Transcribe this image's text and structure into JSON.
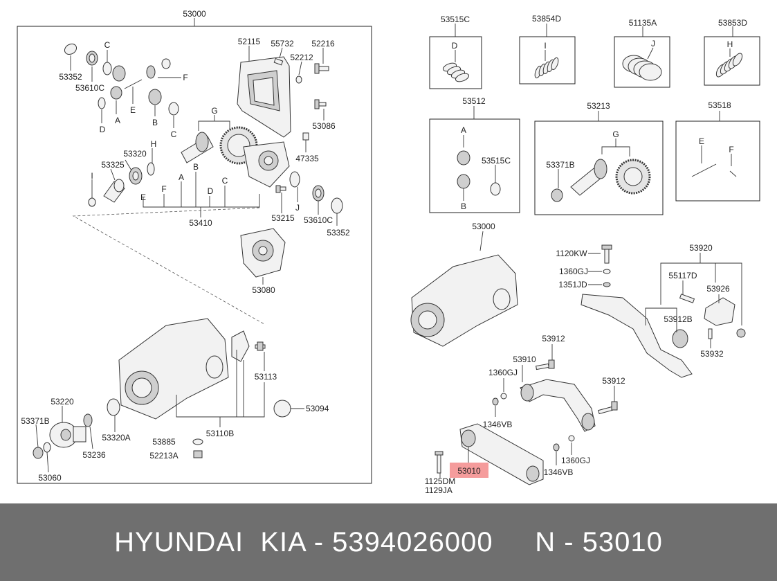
{
  "footer": {
    "text": "HYUNDAI  KIA - 5394026000     N - 53010"
  },
  "highlight": "#f59c9c",
  "diagram": {
    "labels": {
      "p53000_top": "53000",
      "p53352_a": "53352",
      "p53610c_a": "53610C",
      "c_1": "C",
      "f_1": "F",
      "d_1": "D",
      "a_1": "A",
      "e_1": "E",
      "b_1": "B",
      "c_2": "C",
      "p52115": "52115",
      "p55732": "55732",
      "p52216": "52216",
      "p52212": "52212",
      "p53086": "53086",
      "g_1": "G",
      "p47335": "47335",
      "h_1": "H",
      "p53320": "53320",
      "p53325": "53325",
      "i_1": "I",
      "e_2": "E",
      "f_2": "F",
      "a_2": "A",
      "b_2": "B",
      "d_2": "D",
      "c_3": "C",
      "p53410": "53410",
      "p53215": "53215",
      "j_1": "J",
      "p53610c_b": "53610C",
      "p53352_b": "53352",
      "p53080": "53080",
      "p53113": "53113",
      "p53094": "53094",
      "p53110b": "53110B",
      "p53220": "53220",
      "p53371b_a": "53371B",
      "p53320a": "53320A",
      "p53236": "53236",
      "p53885": "53885",
      "p52213a": "52213A",
      "p53060": "53060",
      "p53515c_box": "53515C",
      "d_box": "D",
      "p53854d": "53854D",
      "i_box": "I",
      "p51135a": "51135A",
      "j_box": "J",
      "p53853d": "53853D",
      "h_box": "H",
      "p53512": "53512",
      "a_box": "A",
      "p53515c_in": "53515C",
      "b_box": "B",
      "p53213": "53213",
      "g_box": "G",
      "p53371b_b": "53371B",
      "p53518": "53518",
      "e_box": "E",
      "f_box": "F",
      "p53000_b": "53000",
      "p1120kw": "1120KW",
      "p1360gj_a": "1360GJ",
      "p1351jd": "1351JD",
      "p53920": "53920",
      "p55117d": "55117D",
      "p53926": "53926",
      "p53912b": "53912B",
      "p53932": "53932",
      "p53912_a": "53912",
      "p53910": "53910",
      "p1360gj_b": "1360GJ",
      "p1346vb_a": "1346VB",
      "p53912_b": "53912",
      "p1360gj_c": "1360GJ",
      "p1346vb_b": "1346VB",
      "p53010": "53010",
      "p1125dm": "1125DM",
      "p1129ja": "1129JA"
    }
  }
}
